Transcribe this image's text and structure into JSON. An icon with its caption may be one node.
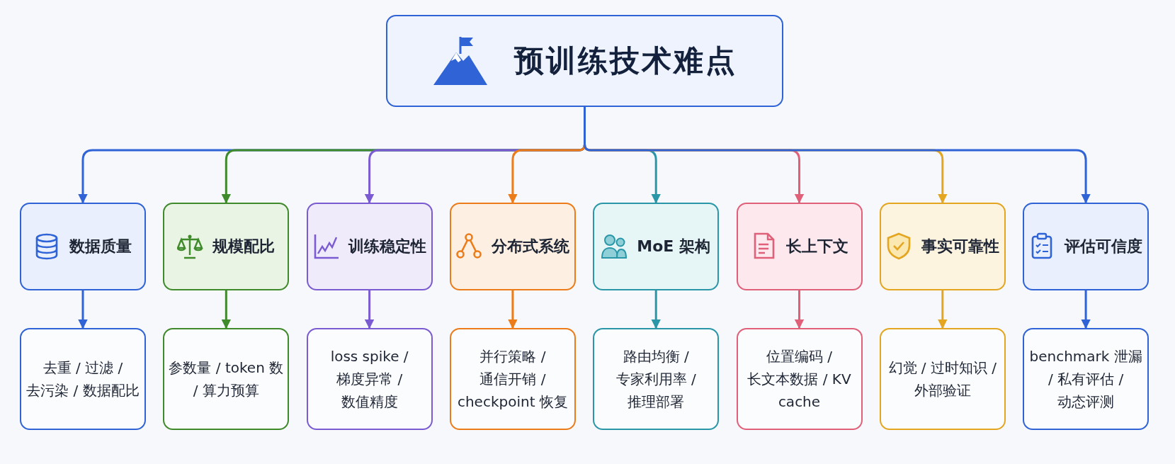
{
  "diagram": {
    "nodes": [
      {
        "text": [
          "预训练技术难点"
        ]
      },
      {
        "text": [
          "数据质量"
        ]
      },
      {
        "text": [
          "规模配比"
        ]
      },
      {
        "text": [
          "训练稳定性"
        ]
      },
      {
        "text": [
          "分布式系统"
        ]
      },
      {
        "text": [
          "MoE 架构"
        ]
      },
      {
        "text": [
          "长上下文"
        ]
      },
      {
        "text": [
          "事实可靠性"
        ]
      },
      {
        "text": [
          "评估可信度"
        ]
      },
      {
        "text": [
          "去重 / 过滤 / 去污染 / 数据配比"
        ]
      },
      {
        "text": [
          "参数量 / token 数 / 算力预算"
        ]
      },
      {
        "text": [
          "loss spike / 梯度异常 / 数值精度"
        ]
      },
      {
        "text": [
          "并行策略 / 通信开销 / checkpoint 恢复"
        ]
      },
      {
        "text": [
          "路由均衡 / 专家利用率 / 推理部署"
        ]
      },
      {
        "text": [
          "位置编码 / 长文本数据 / KV cache"
        ]
      },
      {
        "text": [
          "幻觉 / 过时知识 / 外部验证"
        ]
      },
      {
        "text": [
          "benchmark 泄漏 / 私有评估 / 动态评测"
        ]
      }
    ],
    "edges": [
      {
        "from": 0,
        "to": 1,
        "arrow": "to",
        "color": "#2f63d6"
      },
      {
        "from": 0,
        "to": 2,
        "arrow": "to",
        "color": "#3f8a2a"
      },
      {
        "from": 0,
        "to": 3,
        "arrow": "to",
        "color": "#7b5bd1"
      },
      {
        "from": 0,
        "to": 4,
        "arrow": "to",
        "color": "#ec7c1a"
      },
      {
        "from": 0,
        "to": 5,
        "arrow": "to",
        "color": "#2a97a8"
      },
      {
        "from": 0,
        "to": 6,
        "arrow": "to",
        "color": "#e0607a"
      },
      {
        "from": 0,
        "to": 7,
        "arrow": "to",
        "color": "#e4a520"
      },
      {
        "from": 0,
        "to": 8,
        "arrow": "to",
        "color": "#2f63d6"
      },
      {
        "from": 1,
        "to": 9,
        "arrow": "to",
        "color": "#2f63d6"
      },
      {
        "from": 2,
        "to": 10,
        "arrow": "to",
        "color": "#3f8a2a"
      },
      {
        "from": 3,
        "to": 11,
        "arrow": "to",
        "color": "#7b5bd1"
      },
      {
        "from": 4,
        "to": 12,
        "arrow": "to",
        "color": "#ec7c1a"
      },
      {
        "from": 5,
        "to": 13,
        "arrow": "to",
        "color": "#2a97a8"
      },
      {
        "from": 6,
        "to": 14,
        "arrow": "to",
        "color": "#e0607a"
      },
      {
        "from": 7,
        "to": 15,
        "arrow": "to",
        "color": "#e4a520"
      },
      {
        "from": 8,
        "to": 16,
        "arrow": "to",
        "color": "#2f63d6"
      }
    ]
  }
}
